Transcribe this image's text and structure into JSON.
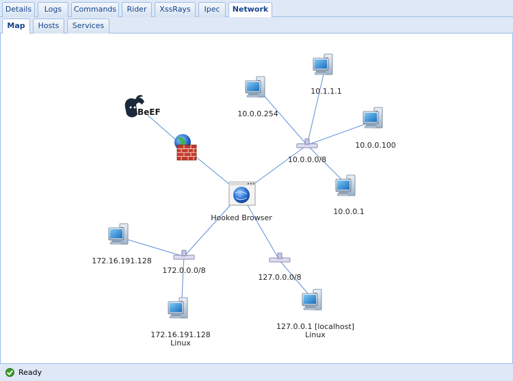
{
  "tabs": [
    "Details",
    "Logs",
    "Commands",
    "Rider",
    "XssRays",
    "Ipec",
    "Network"
  ],
  "subtabs": [
    "Map",
    "Hosts",
    "Services"
  ],
  "nodes": {
    "beef_logo": "BeEF",
    "hooked_browser": "Hooked Browser",
    "net_10": "10.0.0.0/8",
    "host_10_254": "10.0.0.254",
    "host_10_1_1_1": "10.1.1.1",
    "host_10_100": "10.0.0.100",
    "host_10_1": "10.0.0.1",
    "net_172": "172.0.0.0/8",
    "host_172_a": "172.16.191.128",
    "host_172_b": "172.16.191.128",
    "host_172_b_os": "Linux",
    "net_127": "127.0.0.0/8",
    "host_127": "127.0.0.1 [localhost]",
    "host_127_os": "Linux"
  },
  "status": {
    "text": "Ready",
    "icon": "check-icon"
  }
}
